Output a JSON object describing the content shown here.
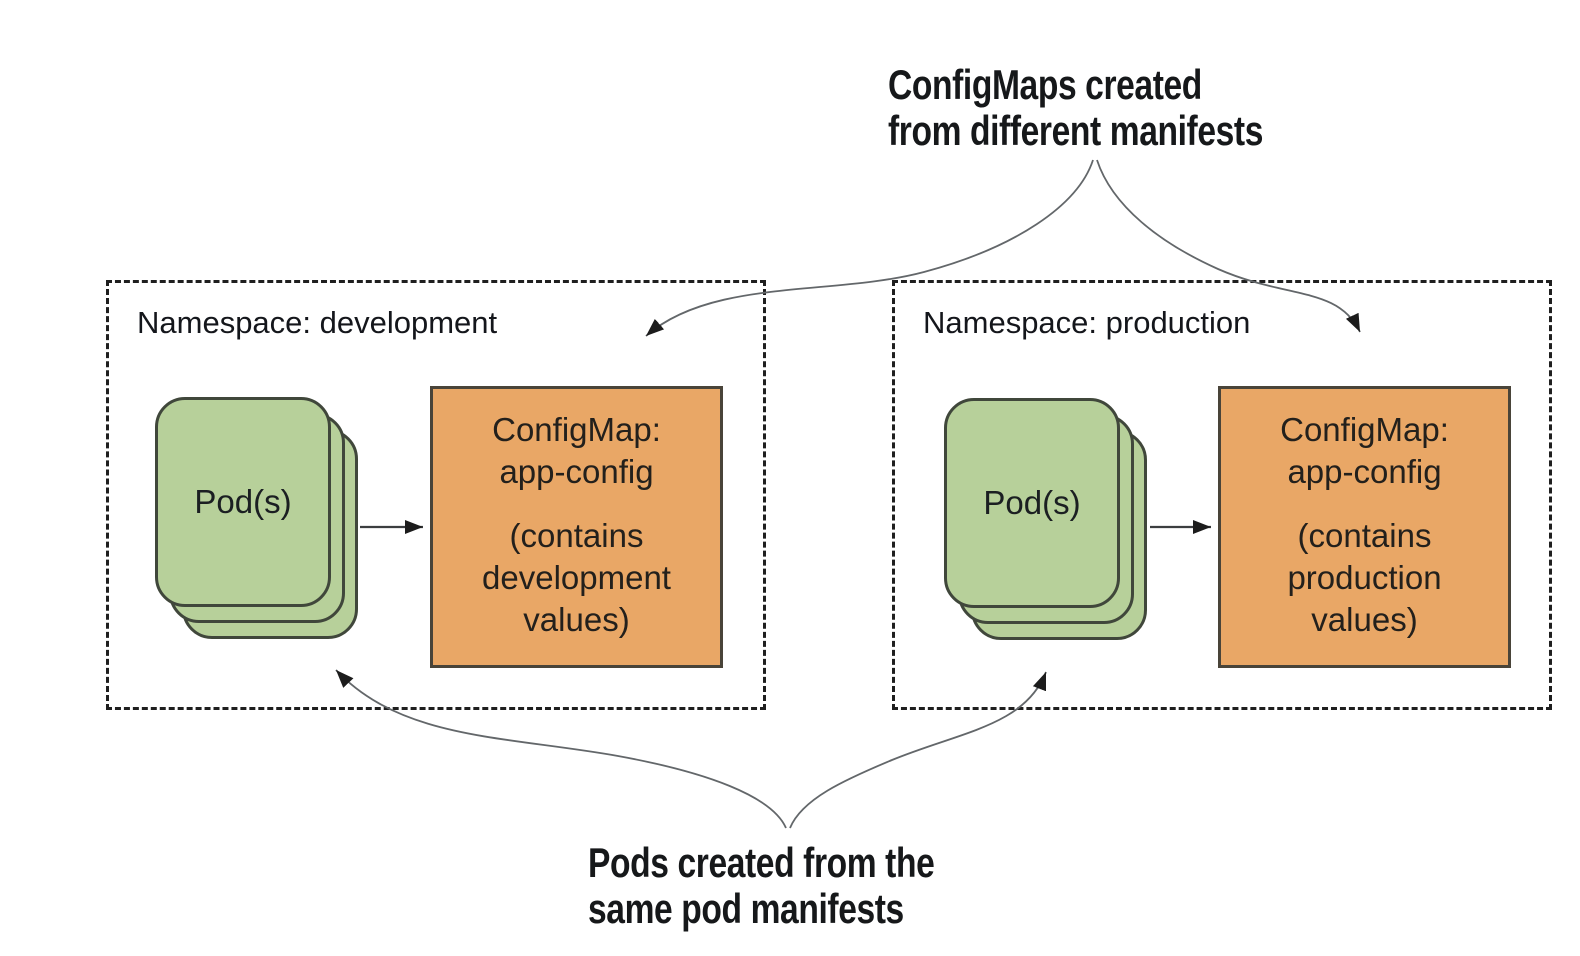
{
  "annotations": {
    "top": {
      "lines": [
        "ConfigMaps created",
        "from different manifests"
      ]
    },
    "bottom": {
      "lines": [
        "Pods created from the",
        "same pod manifests"
      ]
    }
  },
  "namespaces": [
    {
      "label": "Namespace: development",
      "pod_label": "Pod(s)",
      "configmap": {
        "title_lines": [
          "ConfigMap:",
          "app-config"
        ],
        "note_lines": [
          "(contains",
          "development",
          "values)"
        ]
      }
    },
    {
      "label": "Namespace: production",
      "pod_label": "Pod(s)",
      "configmap": {
        "title_lines": [
          "ConfigMap:",
          "app-config"
        ],
        "note_lines": [
          "(contains",
          "production",
          "values)"
        ]
      }
    }
  ],
  "icons": {
    "arrowheads": "filled-triangle-arrowheads",
    "braces": "curved-split-pointer-lines"
  },
  "colors": {
    "background": "#ffffff",
    "pod_fill": "#b7d09a",
    "pod_border": "#40473b",
    "configmap_fill": "#e9a766",
    "configmap_border": "#494439",
    "dashed_border": "#1f1f1f",
    "curve_stroke": "#63676a",
    "arrowhead_fill": "#1c1c1c",
    "text": "#16181a"
  }
}
